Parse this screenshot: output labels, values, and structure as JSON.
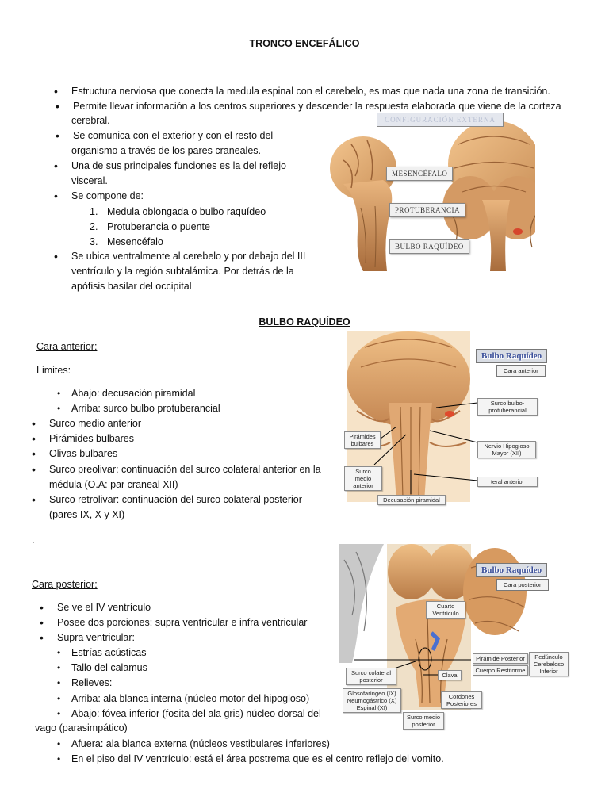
{
  "section1": {
    "title": "TRONCO ENCEFÁLICO",
    "bullets": [
      "Estructura nerviosa que conecta la medula espinal con el cerebelo, es mas que nada una zona de transición.",
      "Permite llevar información a los centros superiores y descender la respuesta elaborada que viene de la corteza",
      "cerebral.",
      "Se comunica con el exterior y con el resto del",
      "organismo a través de los pares craneales.",
      "Una de sus principales funciones es la del reflejo",
      "visceral.",
      "Se compone de:",
      "Se ubica ventralmente al cerebelo y por debajo del III",
      "ventrículo y la región subtalámica. Por detrás de la",
      "apófisis basilar del occipital"
    ],
    "parts": [
      "Medula oblongada o bulbo raquídeo",
      "Protuberancia o puente",
      "Mesencéfalo"
    ],
    "figure": {
      "header": "CONFIGURACIÓN EXTERNA",
      "labels": [
        "MESENCÉFALO",
        "PROTUBERANCIA",
        "BULBO RAQUÍDEO"
      ]
    }
  },
  "section2": {
    "title": "BULBO RAQUÍDEO",
    "anterior_heading": "Cara anterior:",
    "limits_label": "Limites:",
    "limits": [
      "Abajo: decusación piramidal",
      "Arriba: surco bulbo protuberancial"
    ],
    "items": [
      "Surco medio anterior",
      "Pirámides bulbares",
      "Olivas bulbares",
      "Surco preolivar: continuación del surco colateral anterior en la",
      "médula (O.A: par craneal XII)",
      "Surco retrolivar: continuación del surco colateral posterior",
      "(pares IX, X y XI)"
    ],
    "dot": ".",
    "figure": {
      "badge": "Bulbo Raquídeo",
      "sub": "Cara anterior",
      "labels": [
        "Surco bulbo-",
        "protuberancial",
        "Pirámides",
        "bulbares",
        "Nervio Hipogloso",
        "Mayor (XII)",
        "Surco medio",
        "anterior",
        "teral anterior",
        "Decusación piramidal"
      ]
    }
  },
  "section3": {
    "posterior_heading": "Cara posterior:",
    "items": [
      "Se ve el IV ventrículo",
      "Posee dos porciones: supra ventricular e infra ventricular",
      "Supra ventricular:"
    ],
    "sub_items": [
      "Estrías acústicas",
      "Tallo del calamus",
      "Relieves:",
      "Arriba: ala blanca interna (núcleo motor del hipogloso)",
      "Abajo: fóvea inferior (fosita del ala gris) núcleo dorsal del"
    ],
    "wrap": "vago (parasimpático)",
    "tail": [
      "Afuera: ala blanca externa (núcleos vestibulares inferiores)",
      "En el piso del IV ventrículo: está el área postrema que es el centro reflejo del vomito."
    ],
    "figure": {
      "badge": "Bulbo Raquídeo",
      "sub": "Cara posterior",
      "labels": [
        "Cuarto",
        "Ventrículo",
        "Pirámide Posterior",
        "Cuerpo Restiforme",
        "Pedúnculo",
        "Cerebeloso",
        "Inferior",
        "Surco colateral",
        "posterior",
        "Clava",
        "Glosofaríngeo (IX)",
        "Neumogástrico (X)",
        "Espinal (XI)",
        "Cordones",
        "Posteriores",
        "Surco medio",
        "posterior"
      ]
    }
  }
}
